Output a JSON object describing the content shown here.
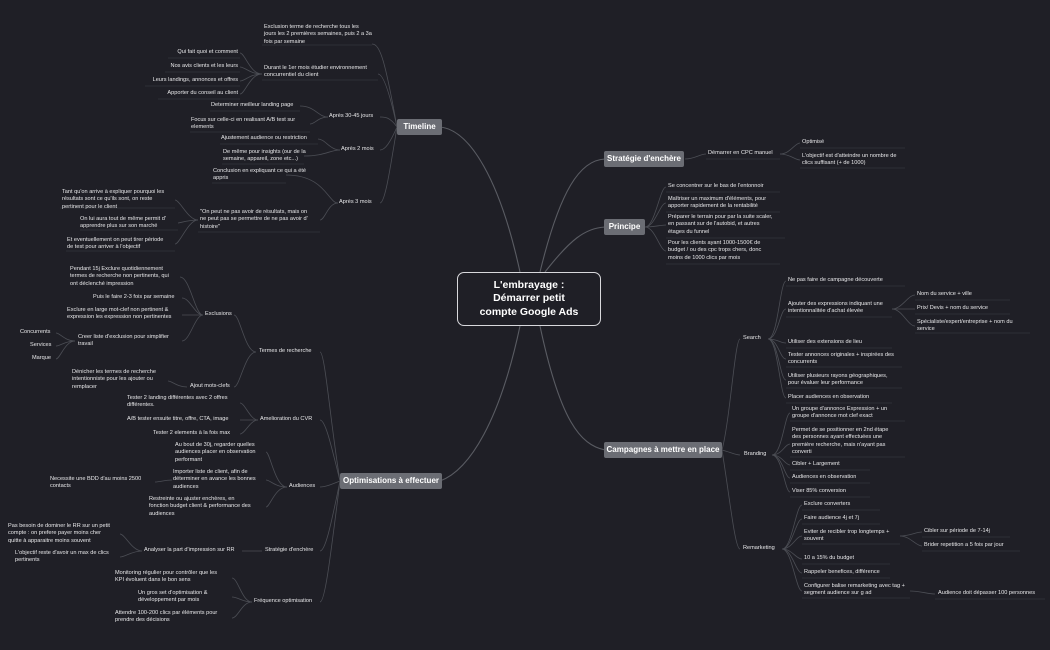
{
  "root": "L'embrayage :\nDémarrer petit\ncompte Google Ads",
  "branches": {
    "timeline": "Timeline",
    "optimisations": "Optimisations à effectuer",
    "strategie": "Stratégie d'enchère",
    "principe": "Principe",
    "campagnes": "Campagnes à mettre en place"
  },
  "timeline": {
    "exclusion_termes": "Exclusion terme de recherche tous les\njours les 2 premières semaines, puis 2 a 3a\nfois par semaine",
    "premier_mois": "Durant le 1er mois étudier environnement\nconcurrentiel du client",
    "qui_fait": "Qui fait quoi et comment",
    "avis": "Nos avis clients et les leurs",
    "landings": "Leurs landings, annonces et offres",
    "conseil": "Apporter du conseil au client",
    "apres_30_45": "Après 30-45 jours",
    "meilleur_landing": "Determiner meilleur landing page",
    "focus": "Focus sur celle-ci en realisant A/B test sur\nelements",
    "apres_2_mois": "Après 2 mois",
    "ajustement": "Ajustement audience ou restriction",
    "insights": "De même pour insights (our de la\nsemaine, appareil, zone etc...)",
    "apres_3_mois": "Après 3 mois",
    "conclusion": "Conclusion en expliquant ce qui a été\nappris",
    "quote": "\"On peut ne pas avoir de résultats, mais on\nne peut pas se permettre de ne pas avoir d'\nhistoire\"",
    "tant_quon": "Tant qu'on arrive à expliquer pourquoi les\nrésultats sont ce qu'ils sont, on reste\npertinent pour le client",
    "on_lui_aura": "On lui aura tout de même permit d'\napprendre plus sur son marché",
    "eventuellement": "Et eventuellement on peut tirer période\nde test pour arriver à l'objectif"
  },
  "optimisations": {
    "termes_recherche": "Termes de recherche",
    "exclusions": "Exclusions",
    "pendant_15j": "Pendant 15j Exclure quotidiennement\ntermes de recherche non pertinents, qui\nont déclenché impression",
    "puis_2_3": "Puis le faire 2-3 fois par semaine",
    "exclure_large": "Exclure en large mot-clef non pertinent &\nexpression les expression non pertinentes",
    "creer_liste": "Creer liste d'exclusion pour simplifier\ntravail",
    "concurrents": "Concurrents",
    "services": "Services",
    "marque": "Marque",
    "ajout_mots": "Ajout mots-clefs",
    "denicher": "Dénicher les termes de recherche\nintentionniste pour les ajouter ou\nremplacer",
    "amelioration_cvr": "Amelioration du CVR",
    "tester_2_landing": "Tester 2 landing différentes avec 2 offres\ndifférentes.",
    "ab_tester": "A/B tester ensuite titre, offre, CTA, image",
    "tester_2_elements": "Tester 2 elements à la fois max",
    "audiences": "Audiences",
    "au_bout": "Au bout de 30j, regarder quelles\naudiences placer en observation\nperformant",
    "importer_liste": "Importer liste de client, afin de\ndéterminer en avance les bonnes\naudiences",
    "necessite_bdd": "Necessite une BDD d'au moins 2500\ncontacts",
    "restreinte": "Restreinte ou ajuster enchères, en\nfonction budget client & performance des\naudiences",
    "strategie_enchere": "Stratégie d'enchère",
    "analyser": "Analyser la part d'impression sur RR",
    "pas_besoin": "Pas besoin de dominer le RR sur un petit\ncompte : on prefere payer moins cher\nquitte à apparaitre moins souvent",
    "objectif_reste": "L'objectif reste d'avoir un max de clics\npertinents",
    "frequence": "Fréquence optimisation",
    "monitoring": "Monitoring régulier pour contrôler que les\nKPI évoluent dans le bon sens",
    "gros_set": "Un gros set d'optimisation &\ndéveloppement par mois",
    "attendre": "Attendre 100-200 clics par éléments pour\nprendre des décisions"
  },
  "strategie": {
    "demarrer_cpc": "Démarrer en CPC manuel",
    "optimise": "Optimisé",
    "objectif_atteindre": "L'objectif est d'atteindre un nombre de\nclics suffisant (+ de 1000)"
  },
  "principe": {
    "concentrer": "Se concentrer sur le bas de l'entonnoir",
    "maitriser": "Maîtriser un maximum d'éléments, pour\napporter rapidement de la rentabilité",
    "preparer": "Préparer le terrain pour par la suite scaler,\nen passant sur de l'autobid, et autres\nétages du funnel",
    "pour_clients": "Pour les clients ayant 1000-1500€ de\nbudget / ou des cpc trops chers, donc\nmoins de 1000 clics par mois"
  },
  "campagnes": {
    "search": "Search",
    "ne_pas_faire": "Ne pas faire de campagne découverte",
    "ajouter_expressions": "Ajouter des expressions indiquant une\nintentionnalitée d'achat élevée",
    "nom_service_ville": "Nom du service + ville",
    "prix_devis": "Prix/ Devis + nom du service",
    "specialiste": "Spécialiste/expert/entreprise + nom du\nservice",
    "extensions": "Utiliser des extensions de lieu",
    "tester_annonces": "Tester annonces originales + inspirées des\nconcurrents",
    "rayons": "Utiliser plusieurs rayons géographiques,\npour évaluer leur performance",
    "placer_audiences": "Placer audiences en observation",
    "branding": "Branding",
    "groupe_annonce": "Un groupe d'annonce Expression + un\ngroupe d'annonce mot clef exact",
    "permet": "Permet de se positionner en 2nd étape\ndes personnes ayant effectuées une\npremière recherche, mais n'ayant pas\nconverti",
    "cibler_largement": "Cibler + Largement",
    "audiences_observation": "Audiences en observation",
    "viser_85": "Viser 85% conversion",
    "remarketing": "Remarketing",
    "exclure_converters": "Exclure converters",
    "faire_audience": "Faire audience 4j et 7j",
    "eviter": "Eviter de recibler trop longtemps +\nsouvent",
    "cibler_periode": "Cibler sur période de 7-14j",
    "brider": "Brider repetition a 5 fois par jour",
    "dix_pct": "10 a 15% du budget",
    "rappeler": "Rappeler benefices, différence",
    "configurer": "Configurer balise remarketing avec tag +\nsegment audience sur g ad",
    "audience_depasser": "Audience doit dépasser 100 personnes"
  }
}
